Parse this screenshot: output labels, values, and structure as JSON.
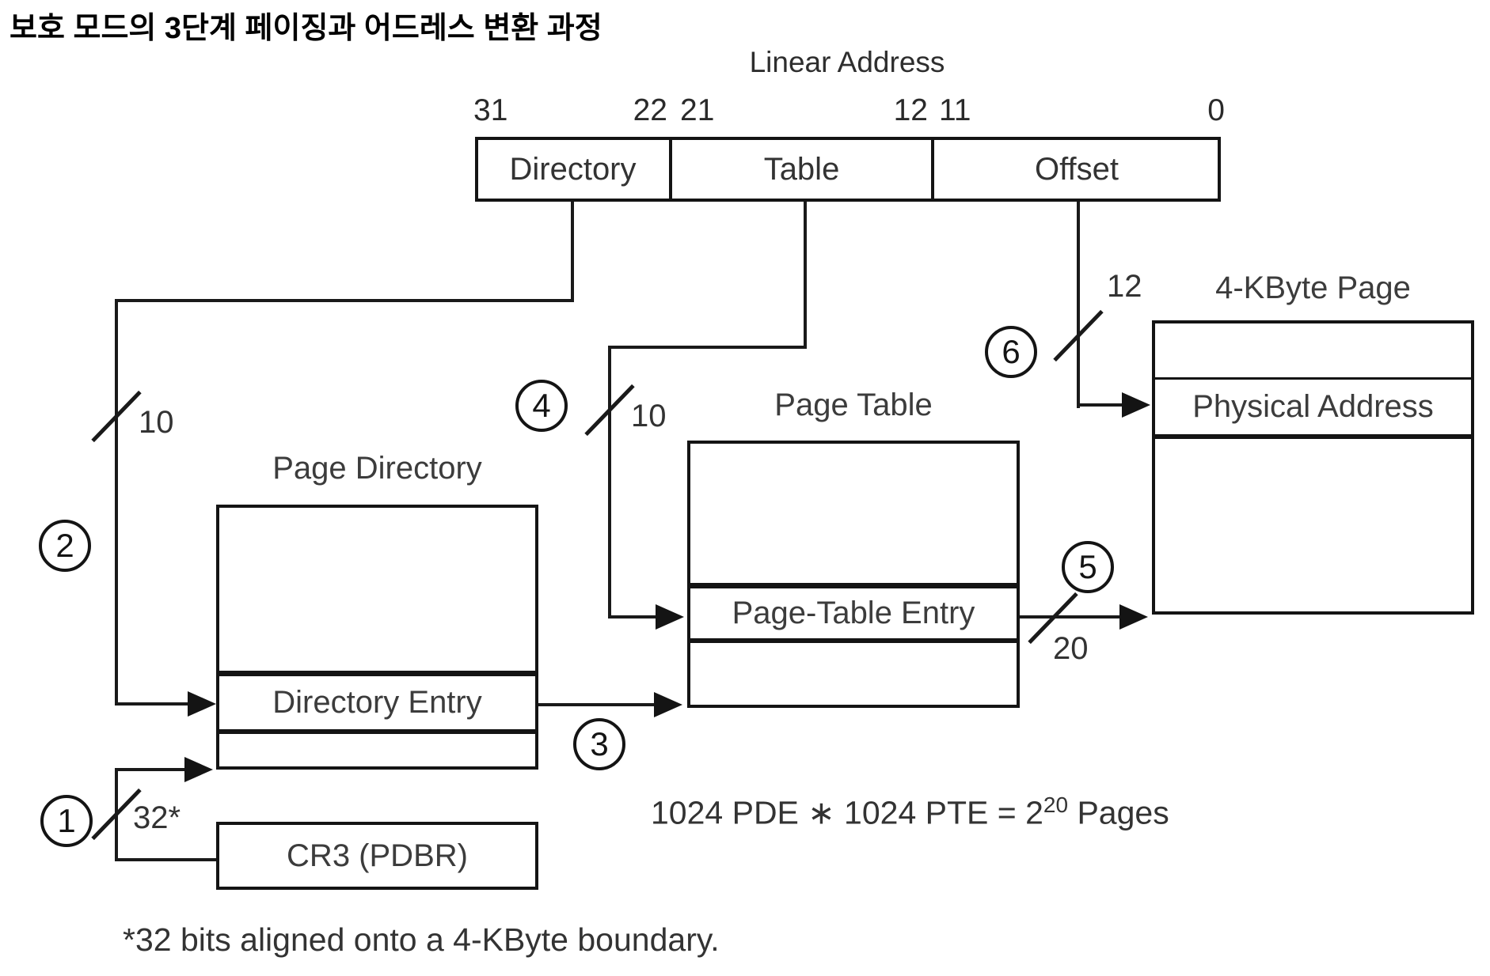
{
  "title": "보호 모드의 3단계 페이징과 어드레스 변환 과정",
  "colors": {
    "ink": "#1a1a1a",
    "border": "#141414",
    "text": "#333333"
  },
  "linear_address": {
    "label": "Linear Address",
    "bit_31": "31",
    "bit_22": "22",
    "bit_21": "21",
    "bit_12": "12",
    "bit_11": "11",
    "bit_0": "0",
    "field_directory": "Directory",
    "field_table": "Table",
    "field_offset": "Offset"
  },
  "page_directory": {
    "title": "Page Directory",
    "entry": "Directory Entry"
  },
  "page_table": {
    "title": "Page Table",
    "entry": "Page-Table Entry"
  },
  "kbyte_page": {
    "title": "4-KByte Page",
    "entry": "Physical Address"
  },
  "cr3": {
    "label": "CR3 (PDBR)"
  },
  "steps": {
    "s1": "1",
    "s2": "2",
    "s3": "3",
    "s4": "4",
    "s5": "5",
    "s6": "6"
  },
  "widths": {
    "directory_bits": "10",
    "table_bits": "10",
    "offset_bits": "12",
    "cr3_bits": "32*",
    "pte_bits": "20"
  },
  "formula": {
    "base": "1024 PDE ∗ 1024 PTE = 2",
    "exp": "20",
    "tail": " Pages"
  },
  "footnote": "*32 bits aligned onto a 4-KByte boundary."
}
